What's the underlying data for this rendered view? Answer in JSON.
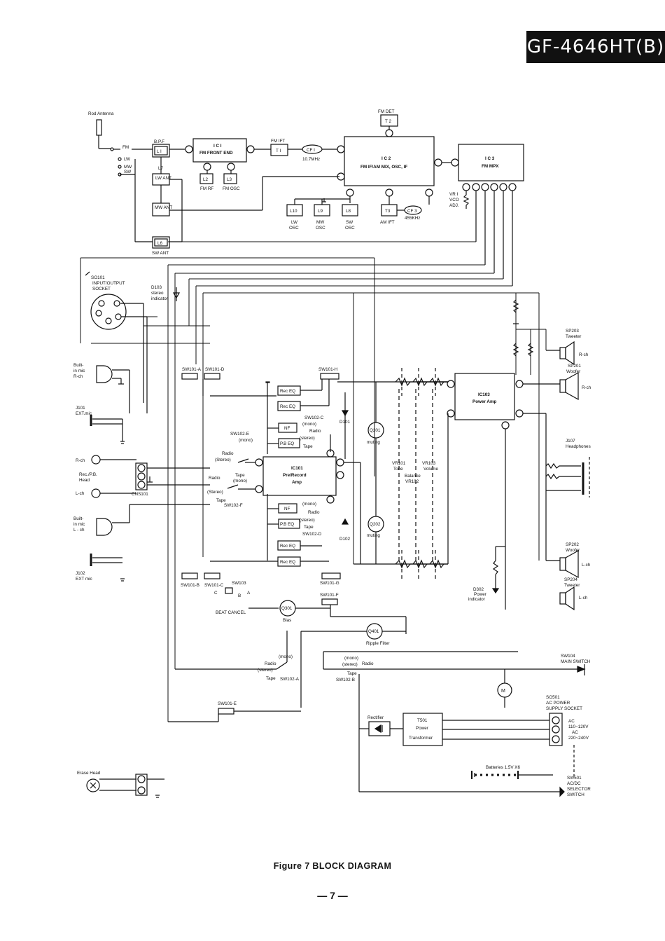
{
  "header": {
    "model": "GF-4646HT(B)"
  },
  "caption": "Figure 7 BLOCK DIAGRAM",
  "page_number": "— 7 —",
  "labels": {
    "rod_antenna": "Rod Antenna",
    "fm": "FM",
    "lw": "LW",
    "mw": "MW",
    "sw": "SW",
    "bpf": "B.P.F",
    "l1": "L I",
    "l7": "L7",
    "lw_ant": "LW ANT",
    "mw_ant": "MW ANT",
    "l6": "L6",
    "sw_ant": "SW ANT",
    "ic1_name": "I C I",
    "ic1_desc": "FM FRONT END",
    "l2": "L2",
    "l3": "L3",
    "fm_rf": "FM RF",
    "fm_osc": "FM OSC",
    "fm_ift": "FM IFT",
    "t1": "T I",
    "cf1": "CF I",
    "freq_107": "10.7MHz",
    "fm_det": "FM DET",
    "t2": "T 2",
    "ic2_name": "I C 2",
    "ic2_desc": "FM IF/AM MIX, OSC, IF",
    "ic3_name": "I C 3",
    "ic3_desc": "FM MPX",
    "l10": "L10",
    "l9": "L9",
    "l8": "L8",
    "lw_osc": "LW",
    "mw_osc": "MW",
    "sw_osc": "SW",
    "osc": "OSC",
    "t3": "T3",
    "am_ift": "AM IFT",
    "cf3": "CF 3",
    "freq_455": "455KHz",
    "vr1": "VR I",
    "vco": "VCO",
    "adj": "ADJ.",
    "so101": "SO101",
    "so101_desc1": "INPUT/OUTPUT",
    "so101_desc2": "SOCKET",
    "d103": "D103",
    "stereo": "stereo",
    "indicator": "indicator",
    "builtin_mic_r1": "Built-",
    "builtin_mic_r2": "in mic",
    "builtin_mic_r3": "R-ch",
    "j101_1": "J101",
    "j101_2": "EXT.mic",
    "rch": "R-ch",
    "rec_pb1": "Rec./P.B.",
    "rec_pb2": "Head",
    "lch": "L-ch",
    "cns101": "CNS101",
    "builtin_mic_l1": "Built-",
    "builtin_mic_l2": "in mic",
    "builtin_mic_l3": "L - ch",
    "j102_1": "J102",
    "j102_2": "EXT mic",
    "sw101a": "SW101-A",
    "sw101d": "SW101-D",
    "sw101h": "SW101-H",
    "sw101b": "SW101-B",
    "sw101c": "SW101-C",
    "sw103": "SW103",
    "sw101g": "SW101-G",
    "sw101f": "SW101-F",
    "sw101e": "SW101-E",
    "rec_eq": "Rec EQ",
    "nf": "NF",
    "pb_eq": "P.B EQ",
    "sw102c": "SW102-C",
    "sw102d": "SW102-D",
    "sw102e": "SW102-E",
    "sw102f": "SW102-F",
    "sw102a": "SW102-A",
    "sw102b": "SW102-B",
    "mono": "(mono)",
    "stereo_p": "(stereo)",
    "stereo_cap": "(Stereo)",
    "radio": "Radio",
    "tape": "Tape",
    "ic101_name": "IC101",
    "ic101_d1": "Pre/Record",
    "ic101_d2": "Amp",
    "d101": "D101",
    "d102": "D102",
    "q201": "Q201",
    "q202": "Q202",
    "muting": "muting",
    "vr101_1": "VR101",
    "vr101_2": "Tone",
    "vr103_1": "VR103",
    "vr103_2": "Volume",
    "bal_1": "Balance",
    "bal_2": "VR102",
    "ic103_name": "IC103",
    "ic103_desc": "Power Amp",
    "beat_cancel": "BEAT CANCEL",
    "q301": "Q301",
    "bias": "Bias",
    "q401": "Q401",
    "ripple": "Ripple Filter",
    "sp203_1": "SP203",
    "sp203_2": "Tweeter",
    "sp201_1": "SP201",
    "sp201_2": "Woofer",
    "sp202_1": "SP202",
    "sp202_2": "Woofer",
    "sp204_1": "SP204",
    "sp204_2": "Tweeter",
    "j107_1": "J107",
    "j107_2": "Headphones",
    "d302_1": "D302",
    "d302_2": "Power",
    "d302_3": "indicator",
    "sw104_1": "SW104",
    "sw104_2": "MAIN SWITCH",
    "so501_1": "SO501",
    "so501_2": "AC POWER",
    "so501_3": "SUPPLY SOCKET",
    "ac": "AC",
    "v110": "110~120V",
    "v220": "220~240V",
    "rectifier": "Rectifier",
    "t501_1": "T501",
    "t501_2": "Power",
    "t501_3": "Transformer",
    "batteries": "Batteries 1.5V X6",
    "sw501_1": "SW501",
    "sw501_2": "AC/DC",
    "sw501_3": "SELECTOR",
    "sw501_4": "SWITCH",
    "erase_head": "Erase Head",
    "motor": "M"
  }
}
